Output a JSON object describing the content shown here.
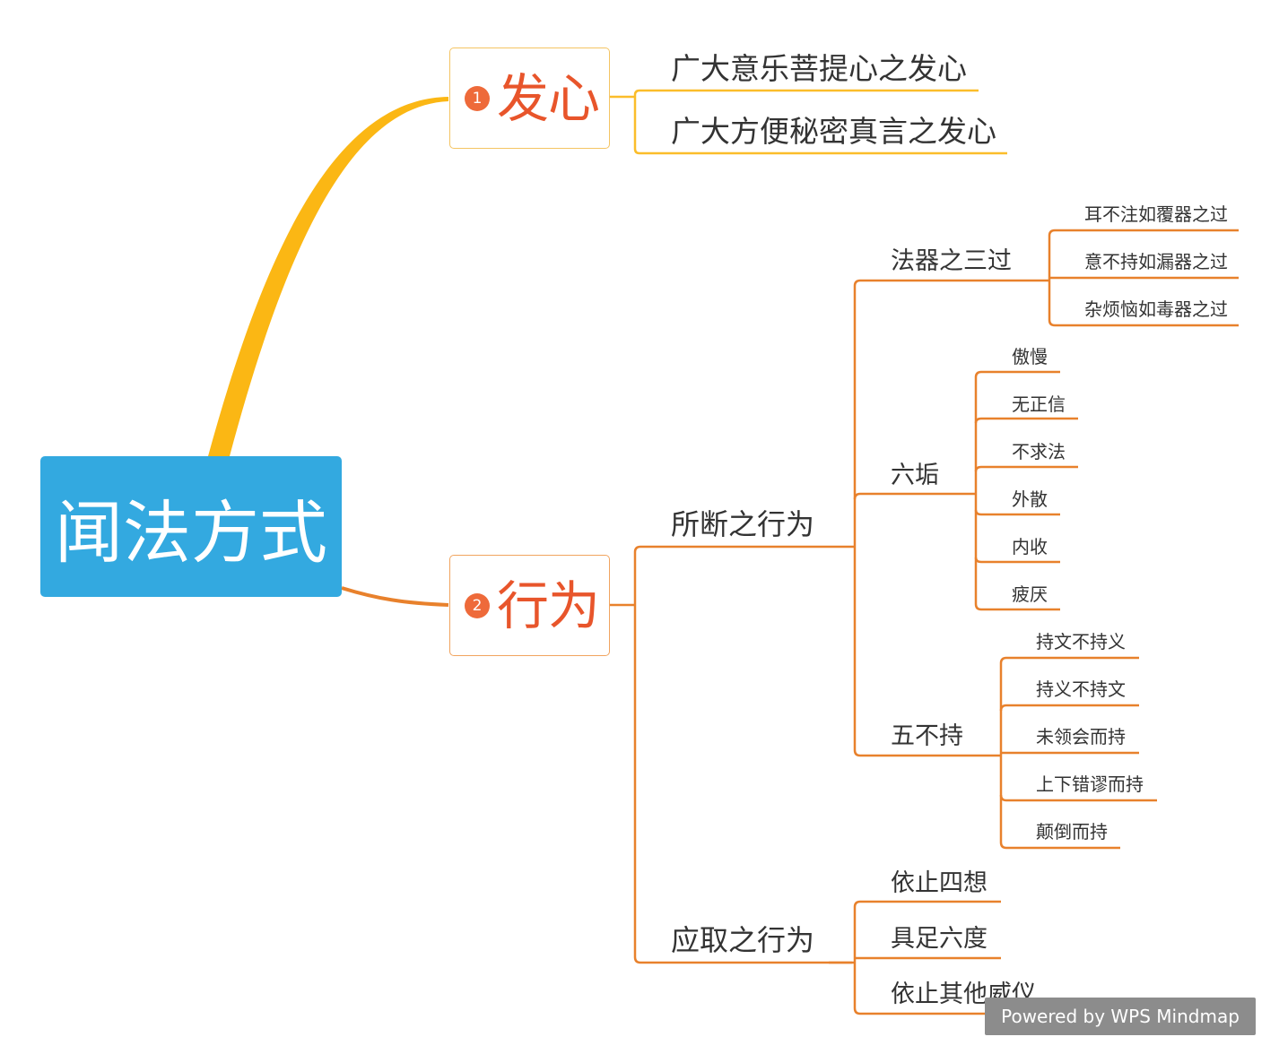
{
  "root": {
    "label": "闻法方式"
  },
  "branches": [
    {
      "number": "1",
      "label": "发心",
      "children": [
        "广大意乐菩提心之发心",
        "广大方便秘密真言之发心"
      ]
    },
    {
      "number": "2",
      "label": "行为",
      "children": [
        {
          "label": "所断之行为",
          "children": [
            {
              "label": "法器之三过",
              "children": [
                "耳不注如覆器之过",
                "意不持如漏器之过",
                "杂烦恼如毒器之过"
              ]
            },
            {
              "label": "六垢",
              "children": [
                "傲慢",
                "无正信",
                "不求法",
                "外散",
                "内收",
                "疲厌"
              ]
            },
            {
              "label": "五不持",
              "children": [
                "持文不持义",
                "持义不持文",
                "未领会而持",
                "上下错谬而持",
                "颠倒而持"
              ]
            }
          ]
        },
        {
          "label": "应取之行为",
          "children": [
            "依止四想",
            "具足六度",
            "依止其他威仪"
          ]
        }
      ]
    }
  ],
  "watermark": "Powered by WPS Mindmap",
  "colors": {
    "root": "#33a9e0",
    "yellow_branch": "#fbb714",
    "orange_branch": "#e8812c",
    "label_red": "#e8552b",
    "badge": "#ee6a3a"
  }
}
